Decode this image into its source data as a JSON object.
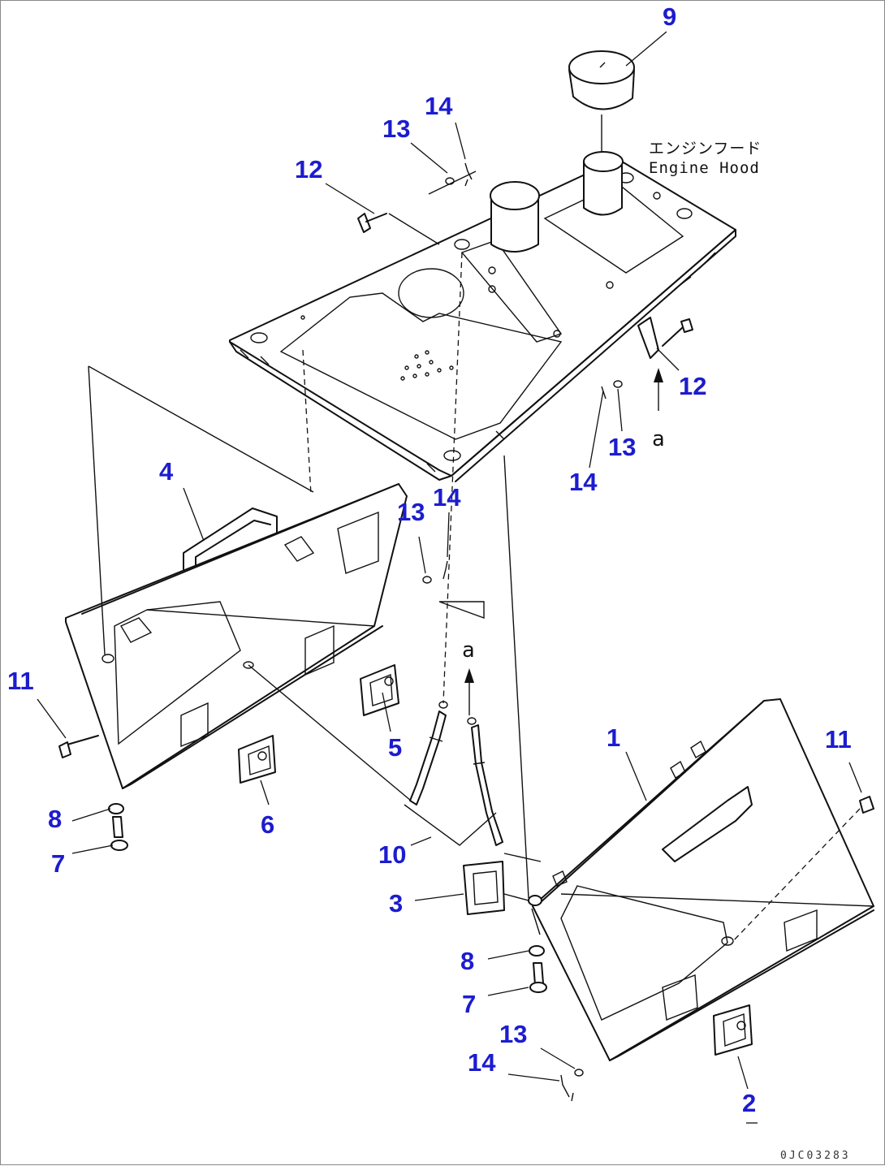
{
  "drawing": {
    "engine_hood_note_jp": "エンジンフード",
    "engine_hood_note_en": "Engine Hood",
    "drawing_ref": "0JC03283",
    "view_mark": "a"
  },
  "callouts": [
    {
      "id": "c1",
      "label": "1"
    },
    {
      "id": "c2",
      "label": "2"
    },
    {
      "id": "c3",
      "label": "3"
    },
    {
      "id": "c4",
      "label": "4"
    },
    {
      "id": "c5",
      "label": "5"
    },
    {
      "id": "c6",
      "label": "6"
    },
    {
      "id": "c7a",
      "label": "7"
    },
    {
      "id": "c7b",
      "label": "7"
    },
    {
      "id": "c8a",
      "label": "8"
    },
    {
      "id": "c8b",
      "label": "8"
    },
    {
      "id": "c9",
      "label": "9"
    },
    {
      "id": "c10",
      "label": "10"
    },
    {
      "id": "c11a",
      "label": "11"
    },
    {
      "id": "c11b",
      "label": "11"
    },
    {
      "id": "c12a",
      "label": "12"
    },
    {
      "id": "c12b",
      "label": "12"
    },
    {
      "id": "c13a",
      "label": "13"
    },
    {
      "id": "c13b",
      "label": "13"
    },
    {
      "id": "c13c",
      "label": "13"
    },
    {
      "id": "c13d",
      "label": "13"
    },
    {
      "id": "c14a",
      "label": "14"
    },
    {
      "id": "c14b",
      "label": "14"
    },
    {
      "id": "c14c",
      "label": "14"
    },
    {
      "id": "c14d",
      "label": "14"
    }
  ],
  "colors": {
    "callout": "#1c1ccf",
    "line": "#111111"
  }
}
